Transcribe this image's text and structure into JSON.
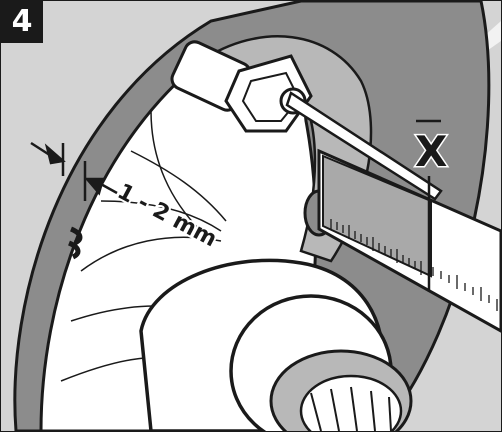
{
  "step": {
    "number": "4"
  },
  "annotations": {
    "gap_label": "1 - 2 mm",
    "measure_label": "X"
  },
  "colors": {
    "outline": "#1a1a1a",
    "light_panel": "#d4d4d4",
    "dark_gray": "#8c8c8c",
    "mid_gray": "#a9a9a9",
    "white": "#ffffff"
  }
}
